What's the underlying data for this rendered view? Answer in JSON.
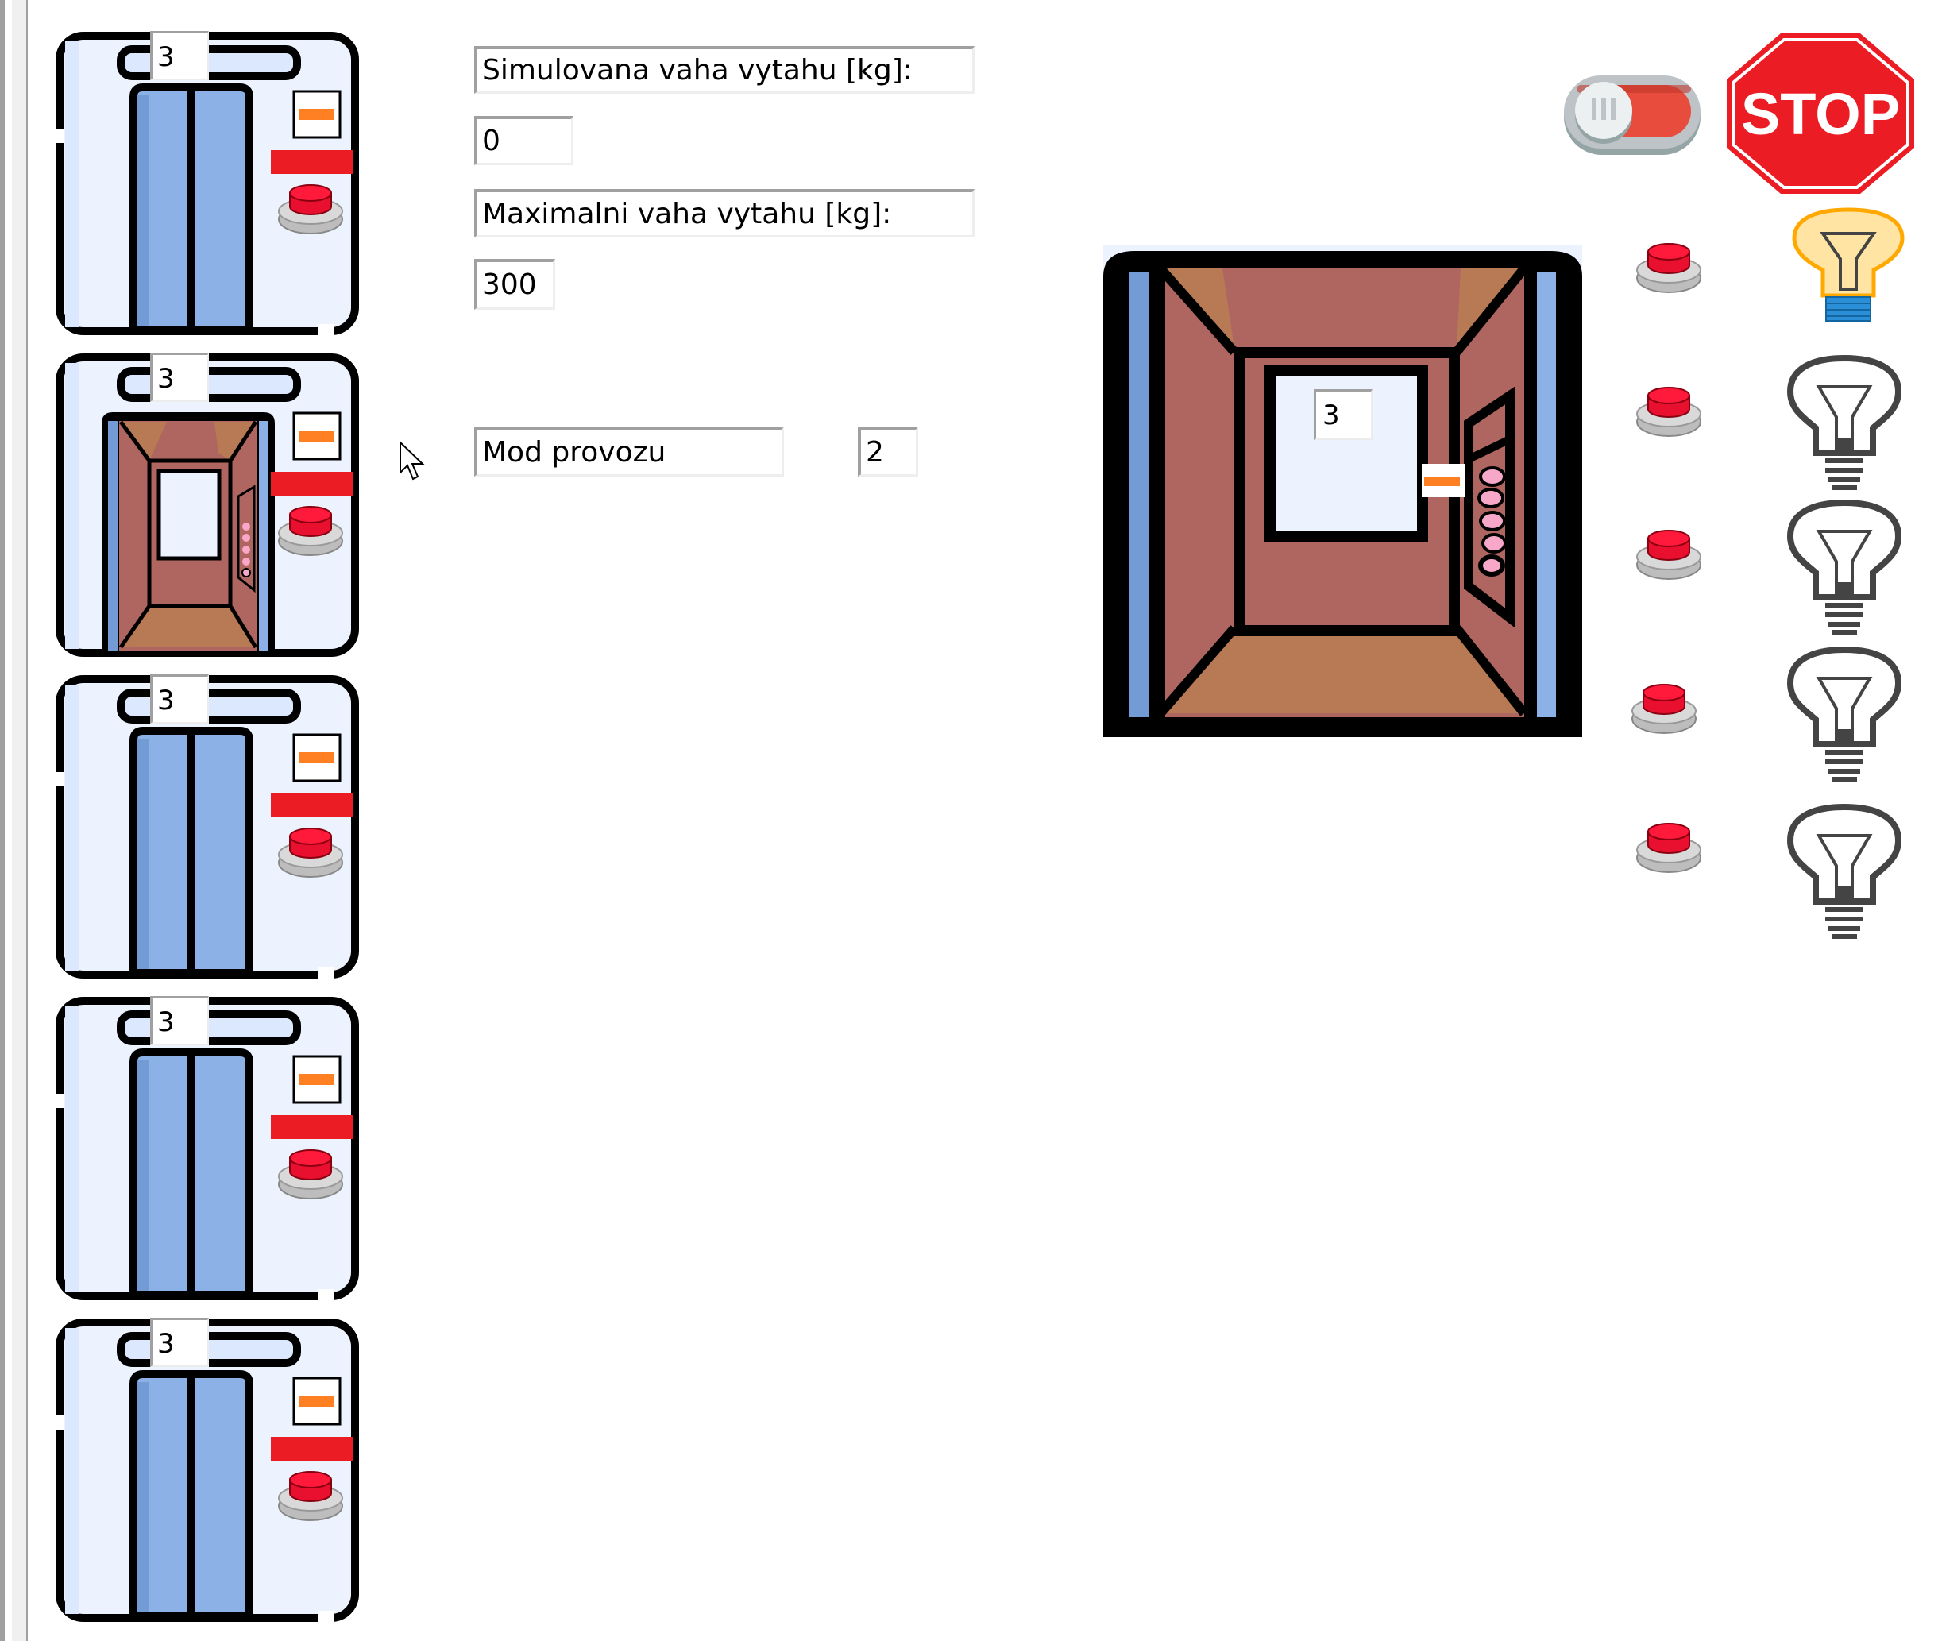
{
  "left_panel": {
    "floors": [
      {
        "floor_display": "3",
        "door_state": "closed"
      },
      {
        "floor_display": "3",
        "door_state": "open"
      },
      {
        "floor_display": "3",
        "door_state": "closed"
      },
      {
        "floor_display": "3",
        "door_state": "closed"
      },
      {
        "floor_display": "3",
        "door_state": "closed"
      }
    ]
  },
  "settings": {
    "simulated_weight_label": "Simulovana vaha vytahu [kg]:",
    "simulated_weight_value": "0",
    "max_weight_label": "Maximalni vaha vytahu [kg]:",
    "max_weight_value": "300",
    "mode_label": "Mod provozu",
    "mode_value": "2"
  },
  "cabin": {
    "floor_display": "3",
    "floor_buttons_count": 5
  },
  "controls": {
    "toggle_state": "on",
    "stop_label": "STOP"
  },
  "call_buttons": [
    {
      "floor": 1,
      "icon": "red-push-button-icon"
    },
    {
      "floor": 2,
      "icon": "red-push-button-icon"
    },
    {
      "floor": 3,
      "icon": "red-push-button-icon"
    },
    {
      "floor": 4,
      "icon": "red-push-button-icon"
    },
    {
      "floor": 5,
      "icon": "red-push-button-icon"
    }
  ],
  "indicator_bulbs": [
    {
      "state": "on",
      "icon": "light-bulb-on-icon"
    },
    {
      "state": "off",
      "icon": "light-bulb-off-icon"
    },
    {
      "state": "off",
      "icon": "light-bulb-off-icon"
    },
    {
      "state": "off",
      "icon": "light-bulb-off-icon"
    },
    {
      "state": "off",
      "icon": "light-bulb-off-icon"
    }
  ],
  "colors": {
    "door_blue": "#8bb1e6",
    "panel_bg": "#ecf2fe",
    "alarm_red": "#ec1c24",
    "indicator_orange": "#ff8022",
    "cabin_wall": "#b06660",
    "cabin_floor": "#b87a55",
    "toggle_red": "#e74c3c",
    "bulb_on": "#ffe7a8"
  }
}
